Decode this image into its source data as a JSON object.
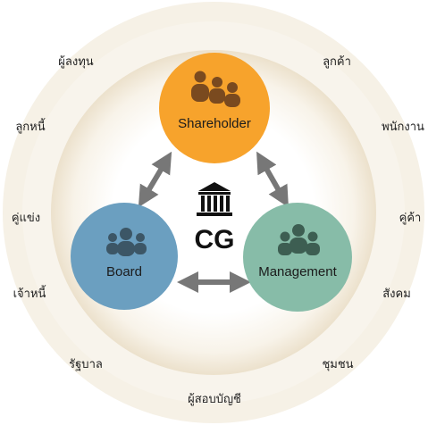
{
  "center": {
    "label": "CG"
  },
  "nodes": {
    "shareholder": {
      "label": "Shareholder",
      "color": "#f7a32c"
    },
    "board": {
      "label": "Board",
      "color": "#6b9fc0"
    },
    "management": {
      "label": "Management",
      "color": "#87bca8"
    }
  },
  "stakeholders": {
    "investors": "ผู้ลงทุน",
    "customers": "ลูกค้า",
    "debtors": "ลูกหนี้",
    "employees": "พนักงาน",
    "competitors": "คู่แข่ง",
    "partners": "คู่ค้า",
    "creditors": "เจ้าหนี้",
    "society": "สังคม",
    "government": "รัฐบาล",
    "community": "ชุมชน",
    "auditors": "ผู้สอบบัญชี"
  },
  "colors": {
    "outer_ring": "#f6f1e6",
    "inner_core": "#ffffff",
    "inner_edge": "#ebe0cc",
    "arrow": "#777777",
    "icon_on_orange": "#7a4a1f",
    "icon_on_blue": "#3c5666",
    "icon_on_green": "#3d5e52"
  }
}
